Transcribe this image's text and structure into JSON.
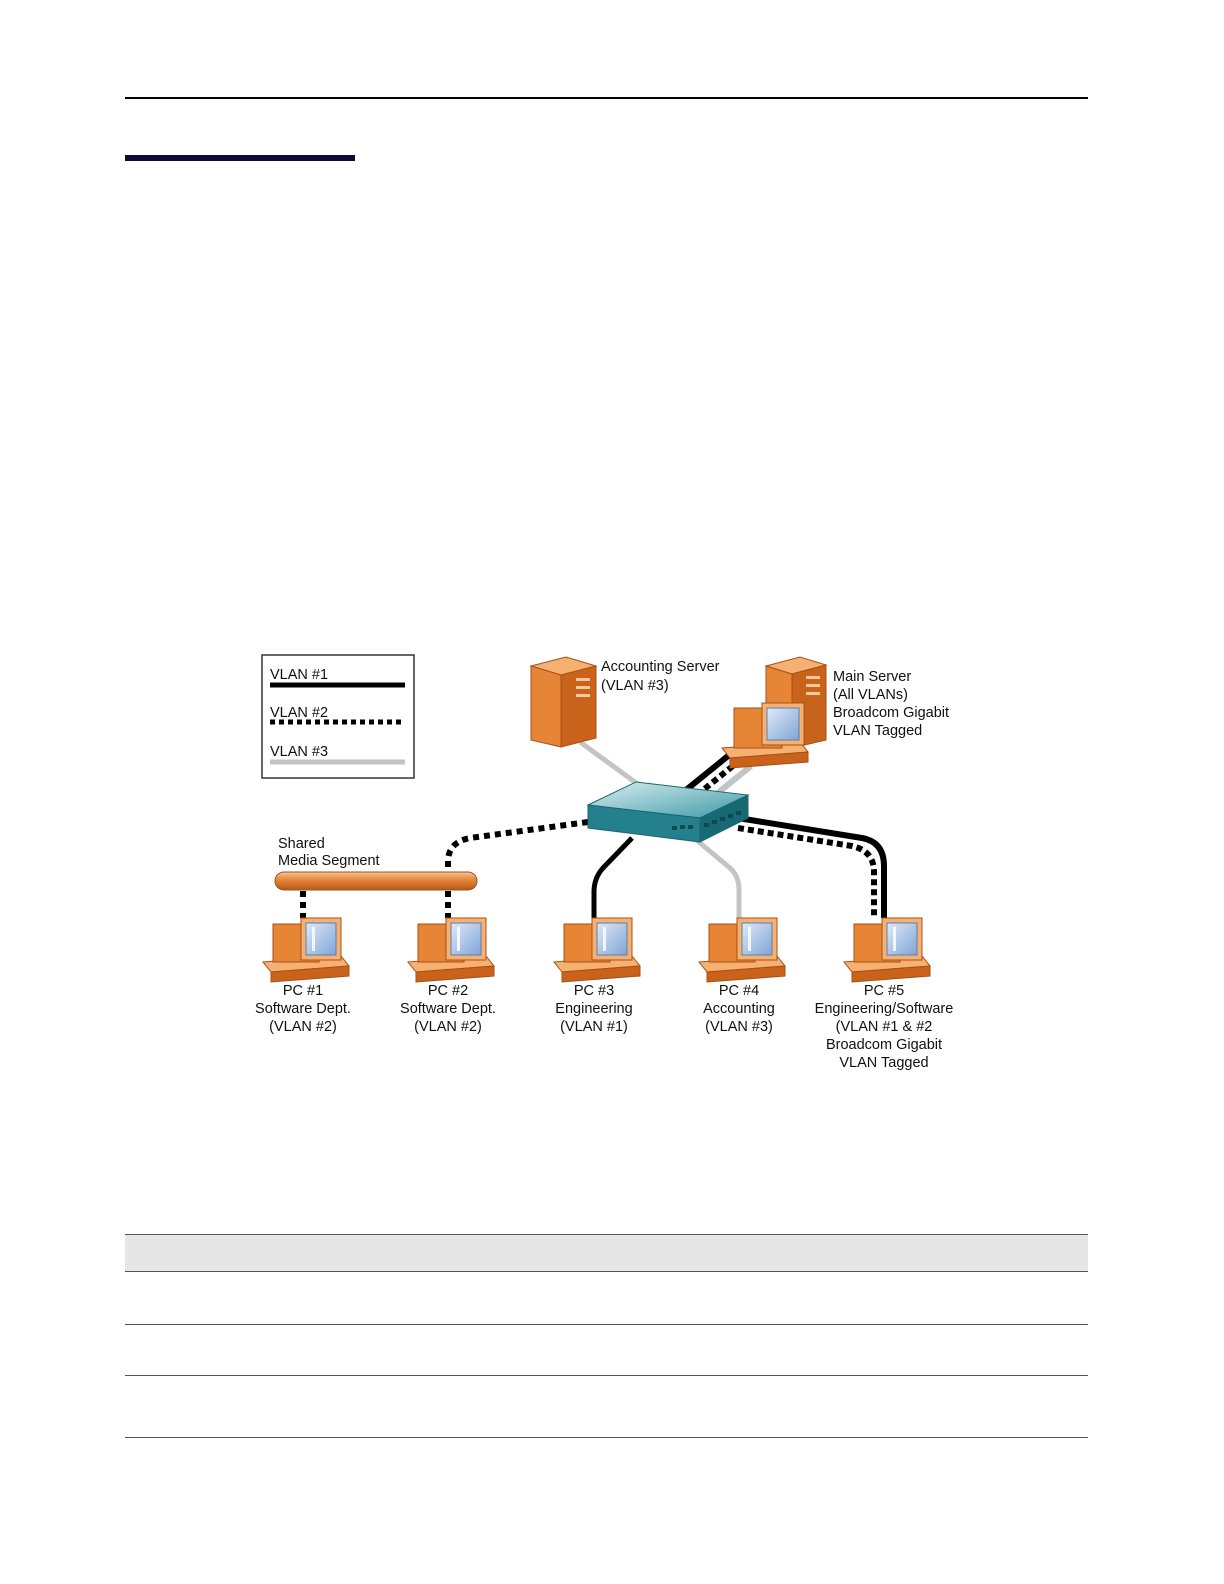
{
  "legend": {
    "vlan1": "VLAN #1",
    "vlan2": "VLAN #2",
    "vlan3": "VLAN #3"
  },
  "accounting_server": {
    "line1": "Accounting Server",
    "line2": "(VLAN #3)"
  },
  "main_server": {
    "line1": "Main Server",
    "line2": "(All VLANs)",
    "line3": "Broadcom Gigabit",
    "line4": "VLAN Tagged"
  },
  "shared_segment": {
    "line1": "Shared",
    "line2": "Media Segment"
  },
  "pcs": [
    {
      "lines": [
        "PC #1",
        "Software Dept.",
        "(VLAN #2)"
      ]
    },
    {
      "lines": [
        "PC #2",
        "Software Dept.",
        "(VLAN #2)"
      ]
    },
    {
      "lines": [
        "PC #3",
        "Engineering",
        "(VLAN #1)"
      ]
    },
    {
      "lines": [
        "PC #4",
        "Accounting",
        "(VLAN #3)"
      ]
    },
    {
      "lines": [
        "PC #5",
        "Engineering/Software",
        "(VLAN #1 & #2",
        "Broadcom Gigabit",
        "VLAN Tagged"
      ]
    }
  ],
  "colors": {
    "device_orange": "#e07a1f",
    "device_light": "#f3a866",
    "screen_blue": "#a9c6ea",
    "switch_teal": "#1f7f8c",
    "vlan3_gray": "#c4c4c4",
    "title_bar": "#0d0a3a"
  }
}
